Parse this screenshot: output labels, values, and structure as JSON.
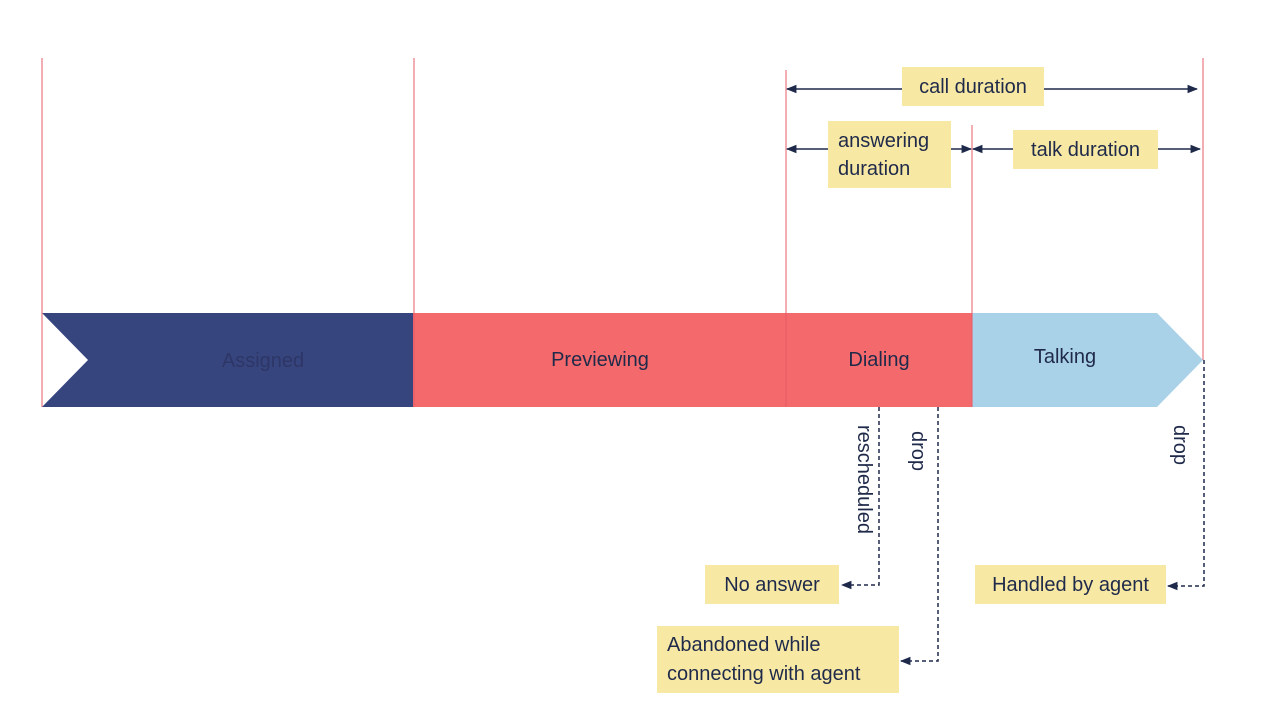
{
  "stages": [
    {
      "label": "Assigned",
      "color": "#37457f",
      "text_color": "#2d3666"
    },
    {
      "label": "Previewing",
      "color": "#f4696b",
      "text_color": "#1f2a4a"
    },
    {
      "label": "Dialing",
      "color": "#f4696b",
      "text_color": "#1f2a4a"
    },
    {
      "label": "Talking",
      "color": "#a9d1e8",
      "text_color": "#1f2a4a"
    }
  ],
  "durations": {
    "call": "call duration",
    "answering_line1": "answering",
    "answering_line2": "duration",
    "talk": "talk duration"
  },
  "transitions": {
    "rescheduled": "rescheduled",
    "drop_dialing": "drop",
    "drop_talking": "drop"
  },
  "outcomes": {
    "no_answer": "No answer",
    "abandoned_line1": "Abandoned while",
    "abandoned_line2": "connecting with agent",
    "handled": "Handled by agent"
  },
  "colors": {
    "label_box": "#f7e8a4",
    "arrow": "#1f2a4a",
    "divider": "#e45c66"
  }
}
